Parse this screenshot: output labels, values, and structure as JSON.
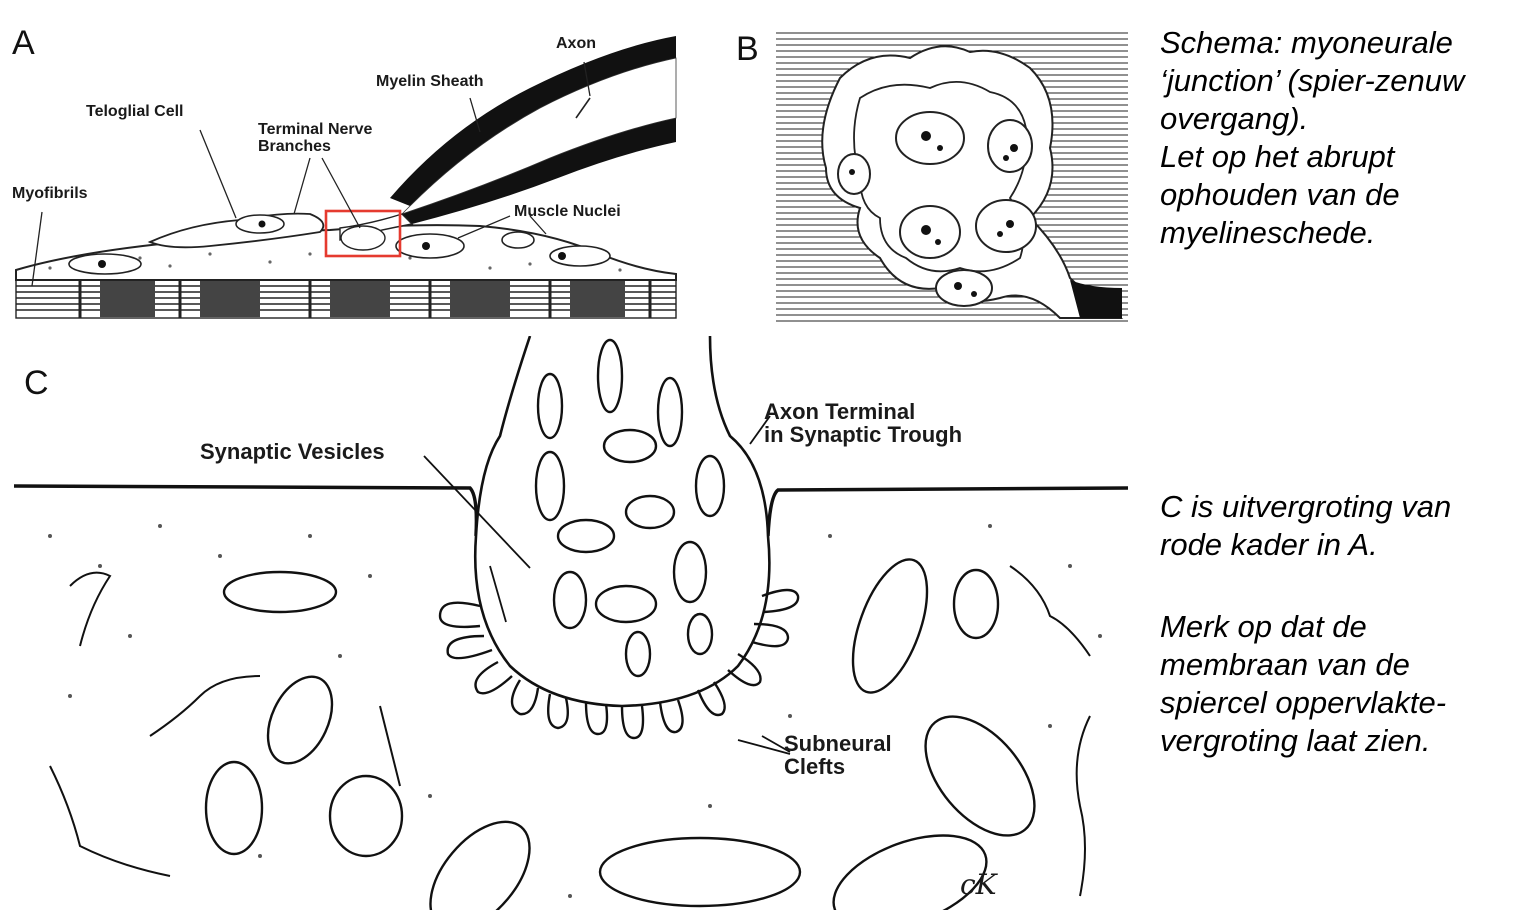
{
  "panels": {
    "a": {
      "letter": "A",
      "labels": {
        "axon": "Axon",
        "myelin_sheath": "Myelin Sheath",
        "teloglial_cell": "Teloglial Cell",
        "terminal_nerve_branches": "Terminal Nerve\nBranches",
        "myofibrils": "Myofibrils",
        "muscle_nuclei": "Muscle Nuclei"
      }
    },
    "b": {
      "letter": "B"
    },
    "c": {
      "letter": "C",
      "labels": {
        "synaptic_vesicles": "Synaptic Vesicles",
        "axon_terminal": "Axon Terminal\nin Synaptic Trough",
        "subneural_clefts": "Subneural\nClefts"
      },
      "signature": "cK"
    }
  },
  "captions": {
    "top": "Schema: myoneurale\n‘junction’ (spier-zenuw\novergang).\nLet op het abrupt\nophouden van de\nmyelineschede.",
    "middle": "C is uitvergroting van\nrode kader in A.",
    "bottom": "Merk op dat de\nmembraan van de\nspiercel oppervlakte-\nvergroting laat zien."
  },
  "colors": {
    "highlight_box": "#e53a2f",
    "ink": "#1a1a1a"
  }
}
